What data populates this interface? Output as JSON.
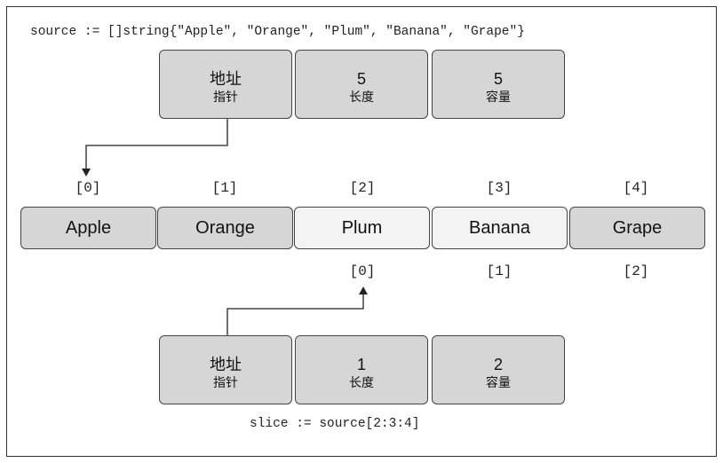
{
  "source_code": "source := []string{\"Apple\", \"Orange\", \"Plum\", \"Banana\", \"Grape\"}",
  "slice_code": "slice := source[2:3:4]",
  "source_header": [
    {
      "value": "地址",
      "label": "指针"
    },
    {
      "value": "5",
      "label": "长度"
    },
    {
      "value": "5",
      "label": "容量"
    }
  ],
  "slice_header": [
    {
      "value": "地址",
      "label": "指针"
    },
    {
      "value": "1",
      "label": "长度"
    },
    {
      "value": "2",
      "label": "容量"
    }
  ],
  "array": {
    "indices": [
      "[0]",
      "[1]",
      "[2]",
      "[3]",
      "[4]"
    ],
    "elements": [
      "Apple",
      "Orange",
      "Plum",
      "Banana",
      "Grape"
    ]
  },
  "slice_indices": [
    "[0]",
    "[1]",
    "[2]"
  ]
}
